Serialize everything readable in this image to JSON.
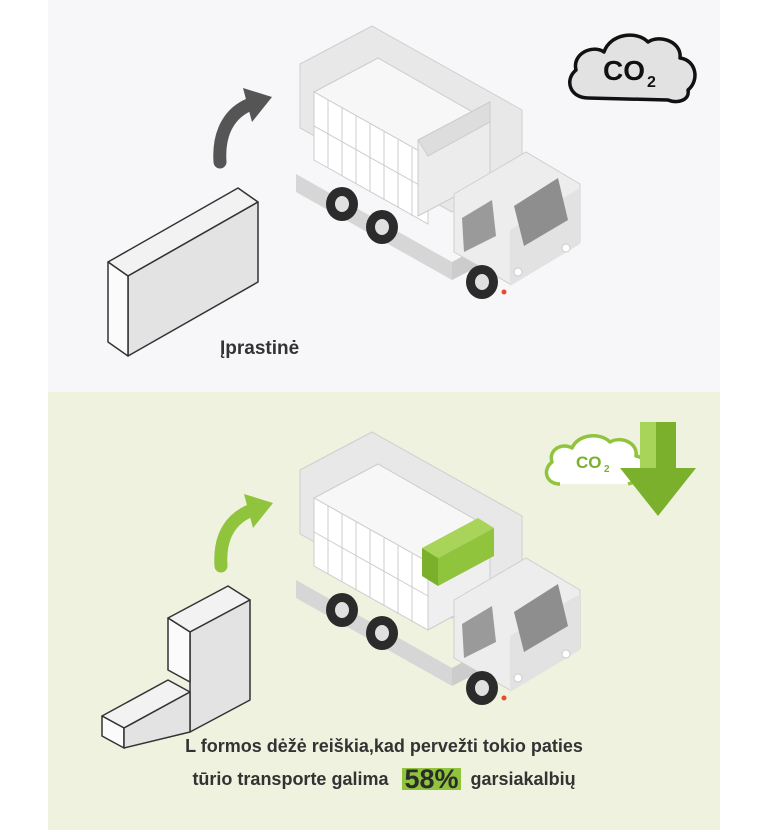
{
  "top_panel": {
    "label": "Įprastinė",
    "co2_icon_text": "CO",
    "co2_icon_sub": "2"
  },
  "bottom_panel": {
    "co2_icon_text": "CO",
    "co2_icon_sub": "2",
    "caption_line1": "L formos dėžė reiškia,kad pervežti tokio paties",
    "caption_line2_before": "tūrio transporte galima",
    "caption_percent": "58%",
    "caption_line2_after": "garsiakalbių"
  },
  "colors": {
    "accent_green": "#8fc43c",
    "top_background": "#f7f7f9",
    "bottom_background": "#eef2df",
    "text": "#333333"
  },
  "icons": [
    "curved-arrow-icon",
    "truck-icon",
    "co2-cloud-icon",
    "down-arrow-icon"
  ]
}
